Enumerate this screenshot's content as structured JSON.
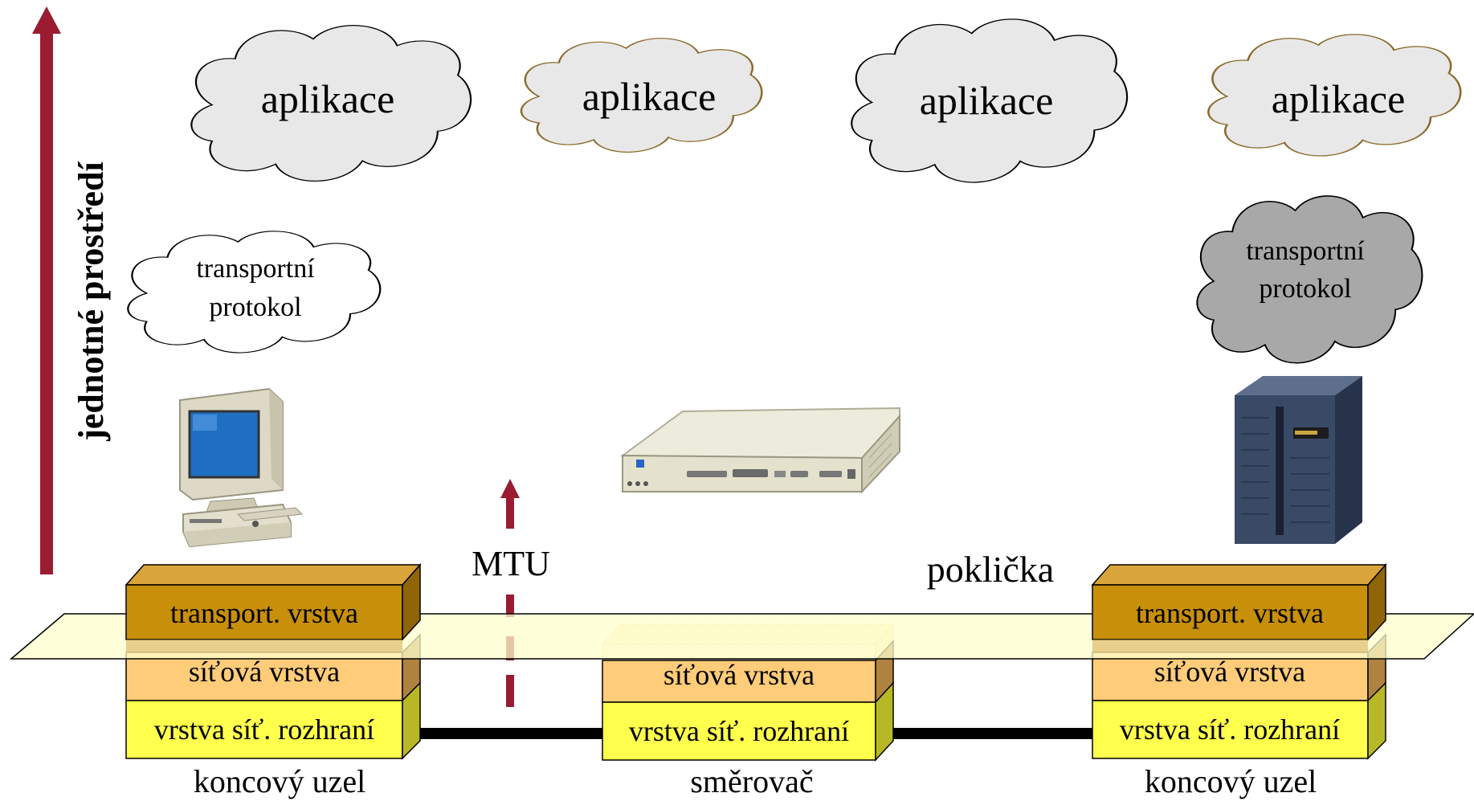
{
  "vertical_label": "jednotné prostředí",
  "mtu_label": "MTU",
  "layer_plane_label": "poklička",
  "clouds": {
    "app_1": "aplikace",
    "app_2": "aplikace",
    "app_3": "aplikace",
    "app_4": "aplikace",
    "transport_left": [
      "transportní",
      "protokol"
    ],
    "transport_right": [
      "transportní",
      "protokol"
    ]
  },
  "stacks": {
    "left": {
      "transport": "transport. vrstva",
      "network": "síťová vrstva",
      "interface": "vrstva síť. rozhraní",
      "caption": "koncový uzel"
    },
    "middle": {
      "network": "síťová vrstva",
      "interface": "vrstva síť. rozhraní",
      "caption": "směrovač"
    },
    "right": {
      "transport": "transport. vrstva",
      "network": "síťová vrstva",
      "interface": "vrstva síť. rozhraní",
      "caption": "koncový uzel"
    }
  },
  "colors": {
    "arrow_red": "#9b1b30",
    "transport_box": "#c8900a",
    "network_box": "#ffcc7a",
    "interface_box": "#ffff4d",
    "plane": "#ffffcc",
    "cloud_light": "#e8e8e8",
    "cloud_dark": "#a8a8a8",
    "cloud_outline_app": "#8a6a2a"
  }
}
